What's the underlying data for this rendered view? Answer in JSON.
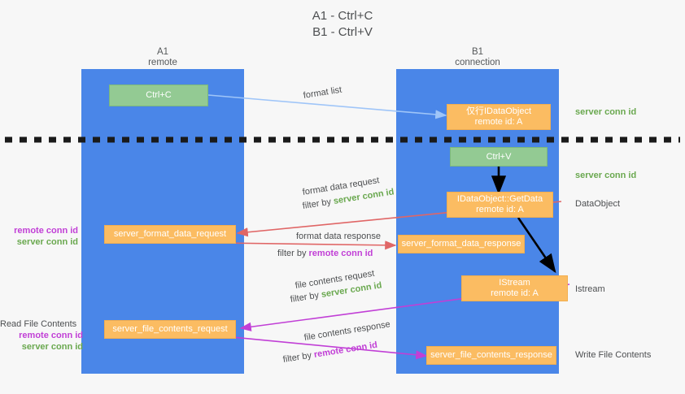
{
  "title": {
    "line1": "A1 - Ctrl+C",
    "line2": "B1 - Ctrl+V"
  },
  "lanes": [
    {
      "name": "A1",
      "sub": "remote",
      "color": "#4a86e8"
    },
    {
      "name": "B1",
      "sub": "connection",
      "color": "#4a86e8"
    }
  ],
  "colors": {
    "lane": "#4a86e8",
    "green_box": "#93ca93",
    "orange_box": "#fbbc62",
    "server_conn_id": "#6aa84f",
    "remote_conn_id": "#c13fd6",
    "arrow_blue": "#9fc5f8",
    "arrow_black": "#000000",
    "arrow_red": "#e06666",
    "arrow_magenta": "#c13fd6",
    "divider": "#1a1a1a",
    "text": "#4d4f51",
    "background": "#f7f7f7"
  },
  "boxes": {
    "ctrl_c": {
      "label": "Ctrl+C"
    },
    "ctrl_v": {
      "label": "Ctrl+V"
    },
    "idataobject": {
      "line1": "仅行IDataObject",
      "line2": "remote id: A"
    },
    "getdata": {
      "line1": "IDataObject::GetData",
      "line2": "remote id: A"
    },
    "istream": {
      "line1": "IStream",
      "line2": "remote id: A"
    },
    "server_format_data_request": {
      "label": "server_format_data_request"
    },
    "server_format_data_response": {
      "label": "server_format_data_response"
    },
    "server_file_contents_request": {
      "label": "server_file_contents_request"
    },
    "server_file_contents_response": {
      "label": "server_file_contents_response"
    }
  },
  "arrow_labels": {
    "format_list": "format list",
    "format_data_request": "format data request",
    "filter_by": "filter by",
    "server_conn_id": "server conn id",
    "remote_conn_id": "remote conn id",
    "format_data_response": "format data response",
    "file_contents_request": "file contents request",
    "file_contents_response": "file contents response"
  },
  "side_labels": {
    "right_server_conn_id_top": "server conn id",
    "right_server_conn_id_mid": "server conn id",
    "dataobject": "DataObject",
    "istream": "Istream",
    "write_file_contents": "Write File Contents",
    "read_file_contents": "Read File Contents",
    "remote_conn_id": "remote conn id",
    "server_conn_id": "server conn id"
  }
}
